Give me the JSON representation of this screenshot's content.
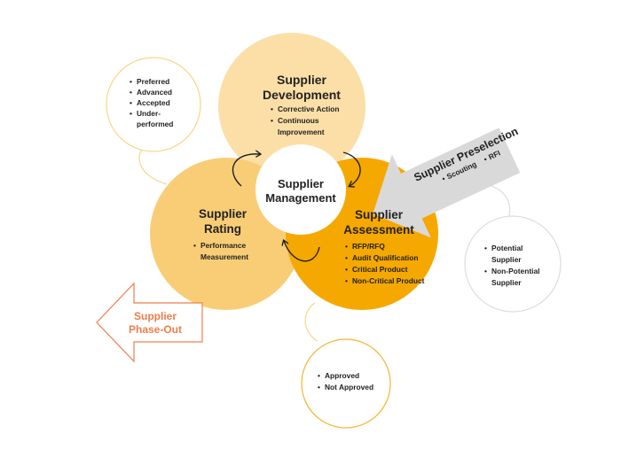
{
  "colors": {
    "development": "#FBDFA6",
    "rating": "#F9CD76",
    "assessment": "#F5A800",
    "center": "#FFFFFF",
    "preselection_arrow": "#D9D9D9",
    "phaseout": "#EE7E4A",
    "callout_yellow": "#F9D587",
    "callout_gray": "#DDDDDD",
    "text": "#222222"
  },
  "center": {
    "title_line1": "Supplier",
    "title_line2": "Management"
  },
  "development": {
    "title_line1": "Supplier",
    "title_line2": "Development",
    "bullets": [
      "Corrective Action",
      "Continuous",
      "Improvement"
    ]
  },
  "rating": {
    "title_line1": "Supplier",
    "title_line2": "Rating",
    "bullets": [
      "Performance",
      "Measurement"
    ]
  },
  "assessment": {
    "title_line1": "Supplier",
    "title_line2": "Assessment",
    "bullets": [
      "RFP/RFQ",
      "Audit Qualification",
      "Critical Product",
      "Non-Critical Product"
    ]
  },
  "preselection": {
    "title": "Supplier Preselection",
    "bullets": [
      "Scouting",
      "RFI"
    ]
  },
  "phaseout": {
    "line1": "Supplier",
    "line2": "Phase-Out"
  },
  "rating_callout": {
    "bullets": [
      "Preferred",
      "Advanced",
      "Accepted",
      "Under-",
      "performed"
    ]
  },
  "preselection_callout": {
    "bullets": [
      "Potential",
      "Supplier",
      "Non-Potential",
      "Supplier"
    ]
  },
  "assessment_callout": {
    "bullets": [
      "Approved",
      "Not Approved"
    ]
  }
}
